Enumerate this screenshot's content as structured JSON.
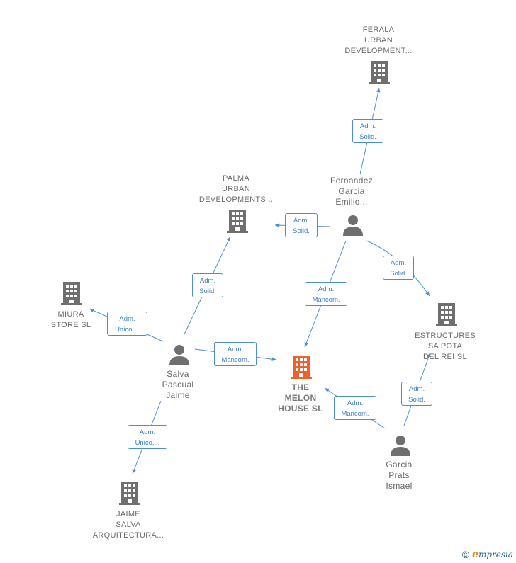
{
  "nodes": {
    "ferala": {
      "label": "FERALA\nURBAN\nDEVELOPMENT...",
      "kind": "company"
    },
    "palma": {
      "label": "PALMA\nURBAN\nDEVELOPMENTS...",
      "kind": "company"
    },
    "fernandez": {
      "label": "Fernandez\nGarcia\nEmilio...",
      "kind": "person"
    },
    "miura": {
      "label": "MIURA\nSTORE  SL",
      "kind": "company"
    },
    "estructures": {
      "label": "ESTRUCTURES\nSA POTA\nDEL REI  SL",
      "kind": "company"
    },
    "salva": {
      "label": "Salva\nPascual\nJaime",
      "kind": "person"
    },
    "melon": {
      "label": "THE\nMELON\nHOUSE  SL",
      "kind": "focus-company"
    },
    "garcia": {
      "label": "Garcia\nPrats\nIsmael",
      "kind": "person"
    },
    "jaime": {
      "label": "JAIME\nSALVA\nARQUITECTURA...",
      "kind": "company"
    }
  },
  "edges": [
    {
      "id": "e1",
      "label": "Adm.\nSolid."
    },
    {
      "id": "e2",
      "label": "Adm.\nSolid."
    },
    {
      "id": "e3",
      "label": "Adm.\nSolid."
    },
    {
      "id": "e4",
      "label": "Adm.\nMancom."
    },
    {
      "id": "e5",
      "label": "Adm.\nSolid."
    },
    {
      "id": "e6",
      "label": "Adm.\nUnico,..."
    },
    {
      "id": "e7",
      "label": "Adm.\nMancom."
    },
    {
      "id": "e8",
      "label": "Adm.\nUnico,..."
    },
    {
      "id": "e9",
      "label": "Adm.\nMancom."
    },
    {
      "id": "e10",
      "label": "Adm.\nSolid."
    }
  ],
  "colors": {
    "edge": "#4a8fd6",
    "company_icon": "#6f6f6f",
    "focus_icon": "#f0602a",
    "person_icon": "#6f6f6f"
  },
  "brand": {
    "copyright": "©",
    "initial": "e",
    "rest": "mpresia"
  }
}
